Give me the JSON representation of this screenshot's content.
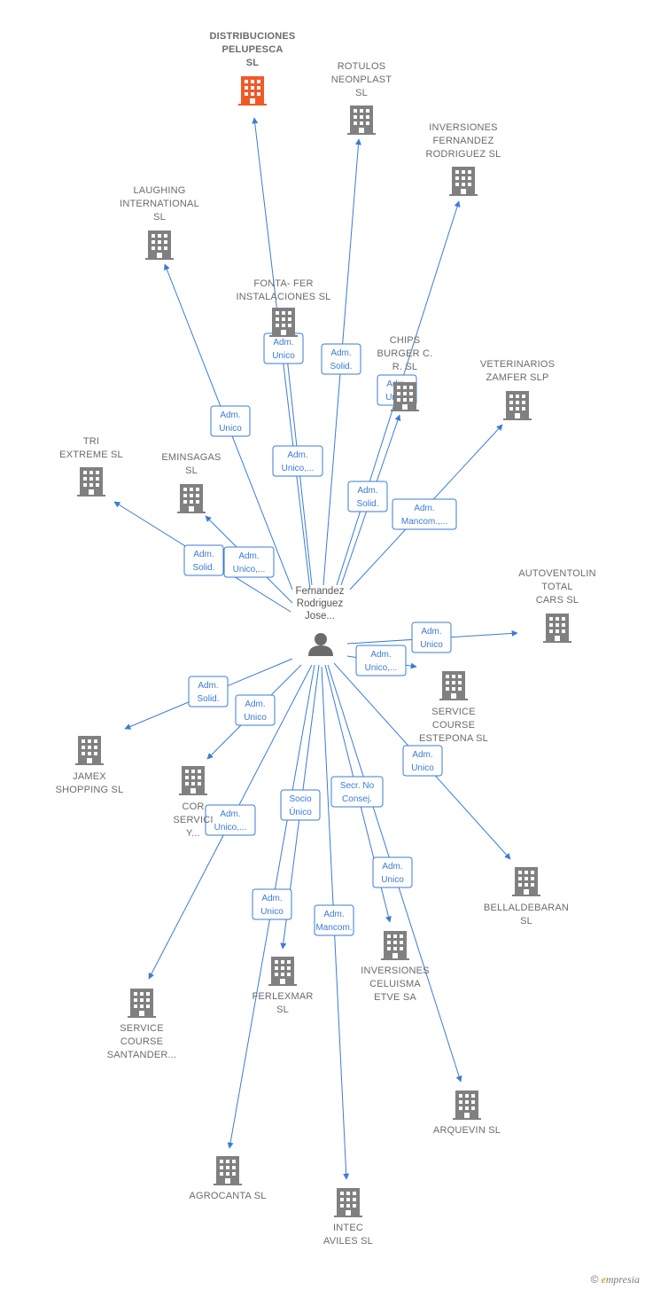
{
  "colors": {
    "edge": "#3a7bd5",
    "building": "#808080",
    "main_building": "#f05a28",
    "person": "#6b6b6b"
  },
  "center": {
    "name": [
      "Fernandez",
      "Rodriguez",
      "Jose..."
    ],
    "icon": "person-icon"
  },
  "nodes": [
    {
      "id": "distribuciones-pelupesca",
      "label": [
        "DISTRIBUCIONES",
        "PELUPESCA",
        "SL"
      ],
      "main": true
    },
    {
      "id": "rotulos-neonplast",
      "label": [
        "ROTULOS",
        "NEONPLAST",
        "SL"
      ]
    },
    {
      "id": "inversiones-fernandez-rodriguez",
      "label": [
        "INVERSIONES",
        "FERNANDEZ",
        "RODRIGUEZ SL"
      ]
    },
    {
      "id": "laughing-international",
      "label": [
        "LAUGHING",
        "INTERNATIONAL",
        "SL"
      ]
    },
    {
      "id": "fonta-fer",
      "label": [
        "FONTA- FER",
        "INSTALACIONES SL"
      ]
    },
    {
      "id": "chips-burger",
      "label": [
        "CHIPS",
        "BURGER C.",
        "R.  SL"
      ]
    },
    {
      "id": "veterinarios-zamfer",
      "label": [
        "VETERINARIOS",
        "ZAMFER  SLP"
      ]
    },
    {
      "id": "tri-extreme",
      "label": [
        "TRI",
        "EXTREME SL"
      ]
    },
    {
      "id": "eminsagas",
      "label": [
        "EMINSAGAS",
        "SL"
      ]
    },
    {
      "id": "autoventolin",
      "label": [
        "AUTOVENTOLIN",
        "TOTAL",
        "CARS  SL"
      ]
    },
    {
      "id": "service-course-estepona",
      "label": [
        "SERVICE",
        "COURSE",
        "ESTEPONA  SL"
      ]
    },
    {
      "id": "jamex-shopping",
      "label": [
        "JAMEX",
        "SHOPPING  SL"
      ]
    },
    {
      "id": "cor-servici",
      "label": [
        "COR",
        "SERVICI",
        "Y..."
      ]
    },
    {
      "id": "belladdebaran",
      "label": [
        "BELLALDEBARAN",
        "SL"
      ]
    },
    {
      "id": "service-course-santander",
      "label": [
        "SERVICE",
        "COURSE",
        "SANTANDER..."
      ]
    },
    {
      "id": "ferlexmar",
      "label": [
        "FERLEXMAR",
        "SL"
      ]
    },
    {
      "id": "inversiones-celuisma",
      "label": [
        "INVERSIONES",
        "CELUISMA",
        "ETVE SA"
      ]
    },
    {
      "id": "arquevin",
      "label": [
        "ARQUEVIN  SL"
      ]
    },
    {
      "id": "agrocanta",
      "label": [
        "AGROCANTA SL"
      ]
    },
    {
      "id": "intec-aviles",
      "label": [
        "INTEC",
        "AVILES SL"
      ]
    }
  ],
  "edges": [
    {
      "to": "distribuciones-pelupesca",
      "label": [
        "Adm.",
        "Unico"
      ]
    },
    {
      "to": "rotulos-neonplast",
      "label": [
        "Adm.",
        "Solid."
      ]
    },
    {
      "to": "inversiones-fernandez-rodriguez",
      "label": [
        "Adm.",
        "Solid."
      ]
    },
    {
      "to": "laughing-international",
      "label": [
        "Adm.",
        "Unico"
      ]
    },
    {
      "to": "fonta-fer",
      "label": [
        "Adm.",
        "Unico,..."
      ]
    },
    {
      "to": "chips-burger",
      "label": [
        "Adm.",
        "Unico"
      ]
    },
    {
      "to": "veterinarios-zamfer",
      "label": [
        "Adm.",
        "Mancom.,..."
      ]
    },
    {
      "to": "tri-extreme",
      "label": [
        "Adm.",
        "Solid."
      ]
    },
    {
      "to": "eminsagas",
      "label": [
        "Adm.",
        "Unico,..."
      ]
    },
    {
      "to": "autoventolin",
      "label": [
        "Adm.",
        "Unico"
      ]
    },
    {
      "to": "service-course-estepona",
      "label": [
        "Adm.",
        "Unico,..."
      ]
    },
    {
      "to": "jamex-shopping",
      "label": [
        "Adm.",
        "Solid."
      ]
    },
    {
      "to": "cor-servici",
      "label": [
        "Adm.",
        "Unico"
      ]
    },
    {
      "to": "belladdebaran",
      "label": [
        "Adm.",
        "Unico"
      ]
    },
    {
      "to": "service-course-santander",
      "label": [
        "Adm.",
        "Unico,..."
      ]
    },
    {
      "to": "ferlexmar",
      "label": [
        "Socio",
        "Único"
      ]
    },
    {
      "to": "inversiones-celuisma",
      "label": [
        "Secr.  No",
        "Consej."
      ]
    },
    {
      "to": "arquevin",
      "label": [
        "Adm.",
        "Unico"
      ]
    },
    {
      "to": "agrocanta",
      "label": [
        "Adm.",
        "Unico"
      ]
    },
    {
      "to": "intec-aviles",
      "label": [
        "Adm.",
        "Mancom."
      ]
    }
  ],
  "footer": {
    "copyright": "©",
    "brand_initial": "e",
    "brand_rest": "mpresia"
  }
}
